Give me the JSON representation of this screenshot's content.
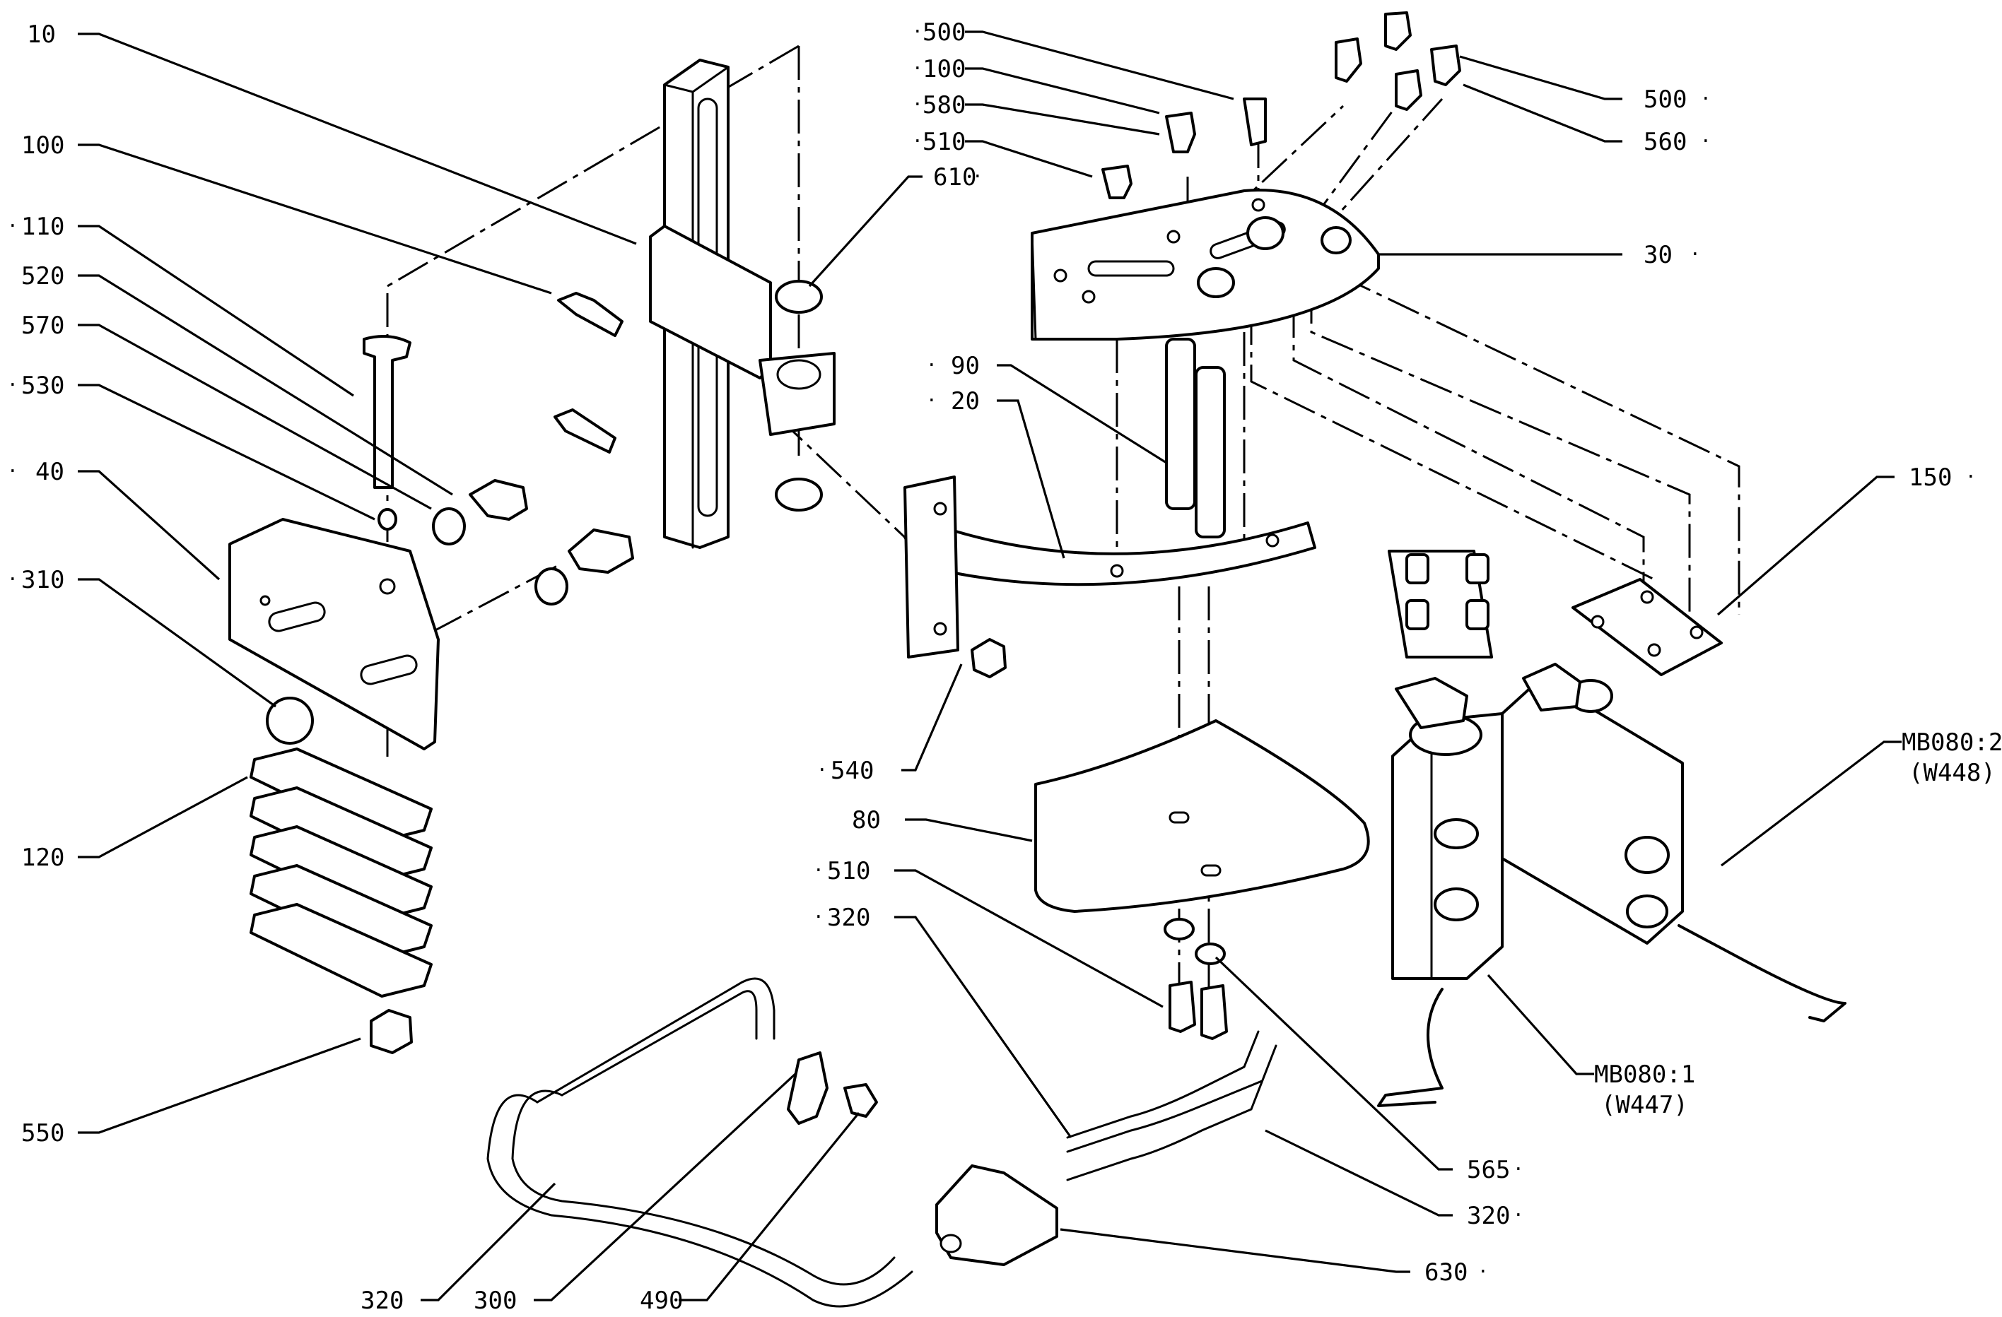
{
  "callouts": [
    {
      "id": "c-10",
      "label": "10"
    },
    {
      "id": "c-100-left",
      "label": "100"
    },
    {
      "id": "c-110",
      "label": "110"
    },
    {
      "id": "c-520",
      "label": "520"
    },
    {
      "id": "c-570",
      "label": "570"
    },
    {
      "id": "c-530",
      "label": "530"
    },
    {
      "id": "c-40",
      "label": "40"
    },
    {
      "id": "c-310",
      "label": "310"
    },
    {
      "id": "c-120",
      "label": "120"
    },
    {
      "id": "c-550",
      "label": "550"
    },
    {
      "id": "c-500-top",
      "label": "500"
    },
    {
      "id": "c-100-top",
      "label": "100"
    },
    {
      "id": "c-580",
      "label": "580"
    },
    {
      "id": "c-510-top",
      "label": "510"
    },
    {
      "id": "c-610",
      "label": "610"
    },
    {
      "id": "c-90",
      "label": "90"
    },
    {
      "id": "c-20",
      "label": "20"
    },
    {
      "id": "c-540",
      "label": "540"
    },
    {
      "id": "c-80",
      "label": "80"
    },
    {
      "id": "c-510-mid",
      "label": "510"
    },
    {
      "id": "c-320-mid",
      "label": "320"
    },
    {
      "id": "c-500-right",
      "label": "500"
    },
    {
      "id": "c-560",
      "label": "560"
    },
    {
      "id": "c-30",
      "label": "30"
    },
    {
      "id": "c-150",
      "label": "150"
    },
    {
      "id": "c-mb0802",
      "label": "MB080:2"
    },
    {
      "id": "c-w448",
      "label": "(W448)"
    },
    {
      "id": "c-mb0801",
      "label": "MB080:1"
    },
    {
      "id": "c-w447",
      "label": "(W447)"
    },
    {
      "id": "c-565",
      "label": "565"
    },
    {
      "id": "c-320-right",
      "label": "320"
    },
    {
      "id": "c-630",
      "label": "630"
    },
    {
      "id": "c-320-bottom",
      "label": "320"
    },
    {
      "id": "c-300",
      "label": "300"
    },
    {
      "id": "c-490",
      "label": "490"
    }
  ]
}
